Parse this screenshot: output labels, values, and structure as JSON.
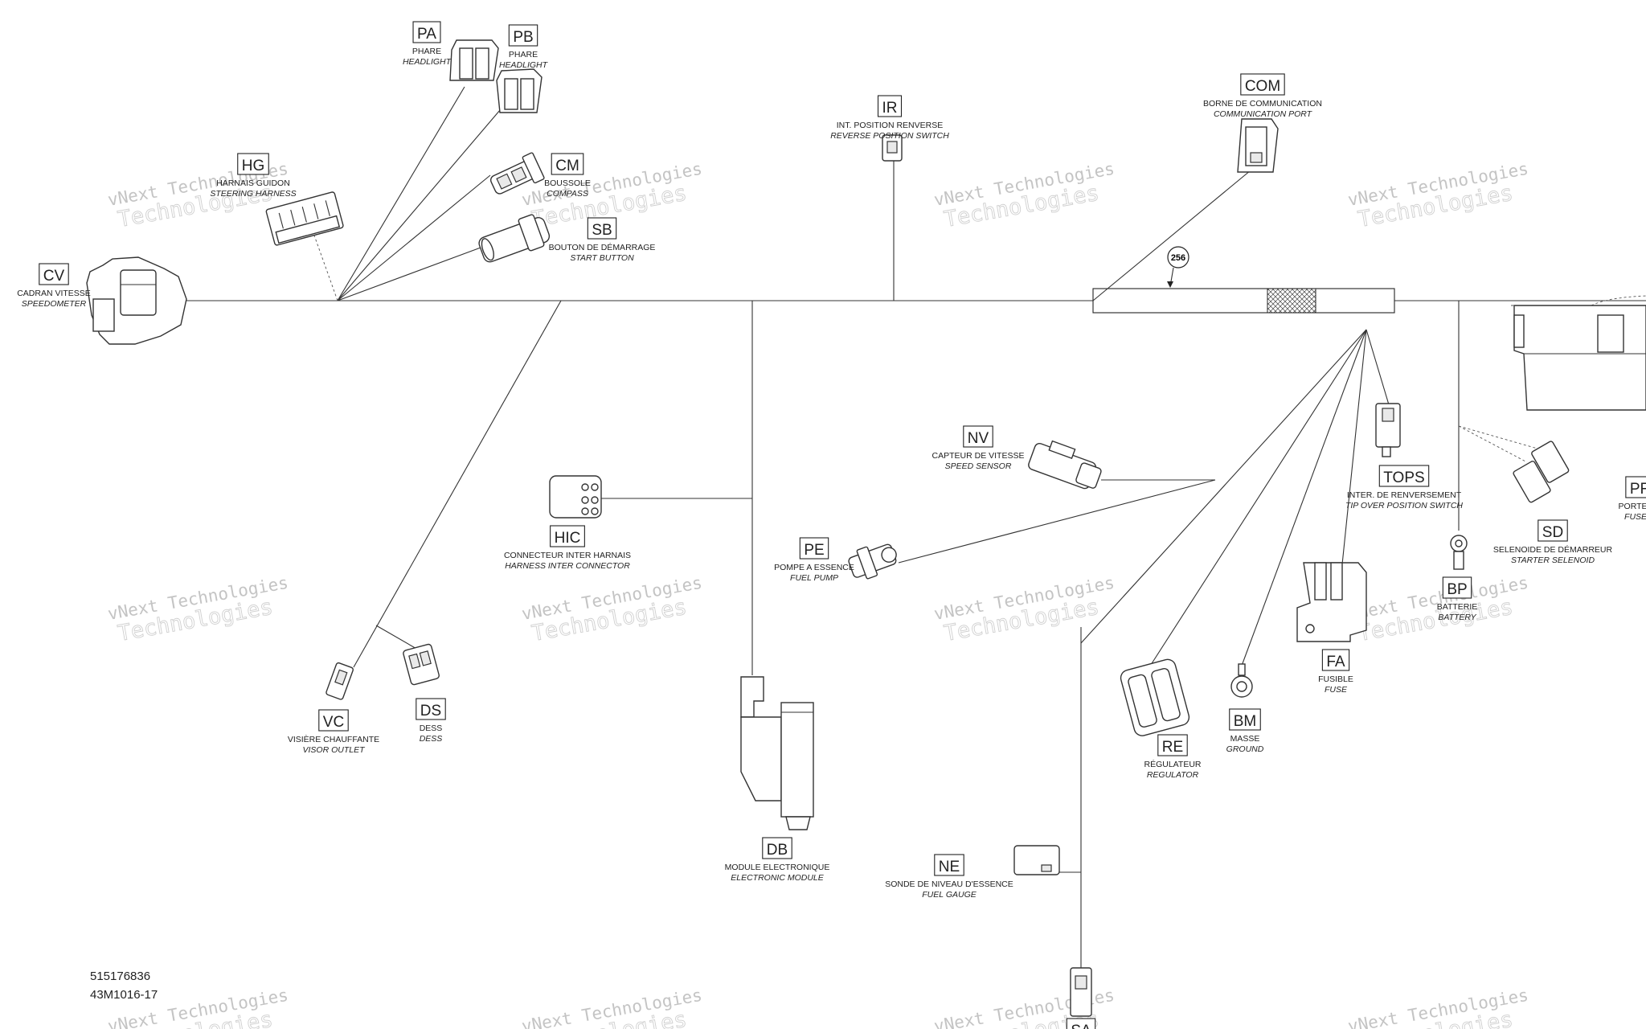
{
  "connectors": [
    {
      "code": "PA",
      "fr": "PHARE",
      "en": "HEADLIGHT"
    },
    {
      "code": "PB",
      "fr": "PHARE",
      "en": "HEADLIGHT"
    },
    {
      "code": "HG",
      "fr": "HARNAIS GUIDON",
      "en": "STEERING HARNESS"
    },
    {
      "code": "CM",
      "fr": "BOUSSOLE",
      "en": "COMPASS"
    },
    {
      "code": "SB",
      "fr": "BOUTON DE DÉMARRAGE",
      "en": "START BUTTON"
    },
    {
      "code": "CV",
      "fr": "CADRAN VITESSE",
      "en": "SPEEDOMETER"
    },
    {
      "code": "IR",
      "fr": "INT. POSITION RENVERSE",
      "en": "REVERSE POSITION SWITCH"
    },
    {
      "code": "COM",
      "fr": "BORNE DE COMMUNICATION",
      "en": "COMMUNICATION PORT"
    },
    {
      "code": "NV",
      "fr": "CAPTEUR DE VITESSE",
      "en": "SPEED SENSOR"
    },
    {
      "code": "TOPS",
      "fr": "INTER. DE RENVERSEMENT",
      "en": "TIP OVER POSITION SWITCH"
    },
    {
      "code": "PF",
      "fr": "PORTE FU",
      "en": "FUSE B"
    },
    {
      "code": "SD",
      "fr": "SELENOIDE DE DÉMARREUR",
      "en": "STARTER SELENOID"
    },
    {
      "code": "HIC",
      "fr": "CONNECTEUR INTER HARNAIS",
      "en": "HARNESS INTER CONNECTOR"
    },
    {
      "code": "PE",
      "fr": "POMPE A ESSENCE",
      "en": "FUEL PUMP"
    },
    {
      "code": "BP",
      "fr": "BATTERIE",
      "en": "BATTERY"
    },
    {
      "code": "FA",
      "fr": "FUSIBLE",
      "en": "FUSE"
    },
    {
      "code": "VC",
      "fr": "VISIÈRE CHAUFFANTE",
      "en": "VISOR OUTLET"
    },
    {
      "code": "DS",
      "fr": "DESS",
      "en": "DESS"
    },
    {
      "code": "RE",
      "fr": "RÉGULATEUR",
      "en": "REGULATOR"
    },
    {
      "code": "BM",
      "fr": "MASSE",
      "en": "GROUND"
    },
    {
      "code": "DB",
      "fr": "MODULE ELECTRONIQUE",
      "en": "ELECTRONIC MODULE"
    },
    {
      "code": "NE",
      "fr": "SONDE DE NIVEAU D'ESSENCE",
      "en": "FUEL GAUGE"
    },
    {
      "code": "SA",
      "fr": "",
      "en": ""
    }
  ],
  "callout": "256",
  "watermark": {
    "line1": "vNext Technologies",
    "line2": "Technologies"
  },
  "part_number": "515176836",
  "drawing_ref": "43M1016-17"
}
